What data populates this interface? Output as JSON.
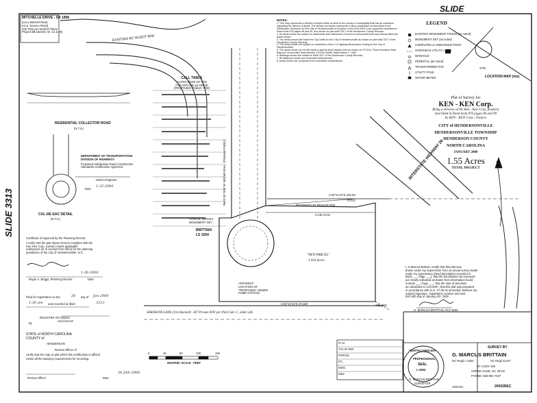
{
  "sheet": {
    "slide_top": "SLIDE",
    "slide_side": "SLIDE 3313"
  },
  "road_box": {
    "title": "MITCHELLE DRIVE - SR 1896",
    "lines": [
      "(a.k.a Mitchell Road,",
      "a.k.a. Seneca Road)",
      "100' R/W per NCDOT Plans",
      "Project 8B.182103, sh. 12 & 29)"
    ]
  },
  "existing_row": "EXISTING 60' NCDOT R/W",
  "call_table": {
    "title": "CALL TABLE",
    "lines": [
      "ALONG EDGE OF R/W",
      "FOR MITCHELLE DRIVE",
      "(PROPOSED PUBLIC R/W)"
    ]
  },
  "notes": {
    "title": "NOTES:",
    "items": [
      "1. This map represents a division of lands inside an area of the county or municipality that has an ordinance regulating the division of lands. The division as shown represents a minor subdivision as described in the Subdivision Ordinance for the City of Hendersonville of a portion of the KEN-KEN Corp. properties described in Deed book 976 pages 96 and 99, and shown on plat slide 3217 of the Henderson County Records.",
      "2. All areas shown are subject to easements and restrictions of record or unrecorded that may directly affect the areas shown.",
      "3. The areas shown fall inside the City Limits for the City of Hendersonville as shown on plat slide 3217 of the Henderson County Records.",
      "4. The areas shown are subject to restrictions of the C-3 Highway Businesses Zoning for the City of Hendersonville.",
      "5. The areas shown do not fall inside a special flood hazard zone as shown on F.E.M.A. Flood Insurance Rate Map per Community Panel Number 370125-0005B, dated March 1, 1982.",
      "6. Bearings shown are related to Slide 3217 of the Henderson County Records.",
      "7. All distances shown are horizontal measurement.",
      "8. Areas shown are computed from coordinate computations."
    ]
  },
  "legend": {
    "title": "LEGEND",
    "items": [
      {
        "symbol": "circle-filled",
        "text": "EXISTING MONUMENT FOUND (as noted)"
      },
      {
        "symbol": "circle-open",
        "text": "MONUMENT SET (as noted)"
      },
      {
        "symbol": "triangle",
        "text": "COMPUTED or UNMARKED POINT"
      },
      {
        "symbol": "line-dash",
        "text": "OVERHEAD UTILITY LINES"
      },
      {
        "symbol": "circle-small",
        "text": "MANHOLE"
      },
      {
        "symbol": "square",
        "text": "PEDESTAL (as noted)"
      },
      {
        "symbol": "triangle-open",
        "text": "TRANSFORMER PAD"
      },
      {
        "symbol": "pole",
        "text": "UTILITY POLE"
      },
      {
        "symbol": "meter",
        "text": "WATER METER"
      }
    ]
  },
  "location_map": {
    "label": "LOCATION MAP (nts)",
    "site": "SITE"
  },
  "plat": {
    "heading": "Plat of Survey for",
    "owner": "KEN - KEN Corp.",
    "desc": [
      "Being a division of the Ken - Ken Corp. property",
      "described in Deed book 976 pages 96 and 99",
      "by KEN - KEN Corp.: Owners"
    ],
    "city": "CITY of HENDERSONVILLE",
    "township": "HENDERSONVILLE TOWNSHIP",
    "county": "HENDERSON COUNTY",
    "state": "NORTH CAROLINA",
    "date": "JANUARY 2000",
    "acres": "1.55 Acres",
    "total": "TOTAL PROJECT"
  },
  "residential_road": {
    "title": "RESIDENTIAL COLLECTOR ROAD",
    "sub": "(N.T.S.)"
  },
  "dot": {
    "lines": [
      "DEPARTMENT OF TRANSPORTATION",
      "DIVISION OF HIGHWAYS"
    ],
    "sub": [
      "Proposed Subdivision Road Construction",
      "Standards Certification Approved"
    ],
    "engineer_label": "District Engineer",
    "date_label": "Date",
    "date": "1-25-2000"
  },
  "cul_de_sac": {
    "title": "CUL-DE-SAC DETAIL",
    "sub": "(N.T.S.)"
  },
  "approval": {
    "title": "Certificate of Approval by the Planning Director",
    "body": [
      "I certify that the plat shown hereon complies with the",
      "Ken-Ken Corp. (owner) meets applicable",
      "ordinances (or is exempt from them) for the planning",
      "jurisdiction of the City of Hendersonville, N.C."
    ],
    "signer": "Roger A. Briggs, Planning Director",
    "date": "1-26-2000",
    "date_label": "Date"
  },
  "registration": {
    "line1_label": "Filed for registration on the",
    "line1_day": "26",
    "line1_mid": "day of",
    "line1_month": "Jan 2000",
    "line2_time": "1:30 pm",
    "line2_mid": "and recorded at Slide",
    "line2_slide": "3313",
    "register_label": "REGISTER OF DEEDS",
    "by": "By",
    "by_sign": "Assistant"
  },
  "state_block": {
    "state": "STATE of NORTH CAROLINA",
    "county": "COUNTY of",
    "county_name": "HENDERSON",
    "officer": "Review Officer of",
    "certify": [
      "certify that the map or plat which this certification is affixed",
      "meets all the statutory requirements for recording."
    ],
    "review_label": "Review Officer",
    "review_date_label": "Date",
    "review_date": "26 JAN 2000"
  },
  "tract": {
    "new_parcel": "\"NEW PARCEL\"",
    "new_parcel_acres": "1.416 Acres",
    "reserved": "RESERVED 30' PRIVATE R/W",
    "reserved_acres": "0.139 Acres",
    "brittain": "BRITTAIN",
    "brittain_ls": "LS 3264",
    "typical": "TYPICAL SURVEY MONUMENT SET",
    "interstate": "INTERSTATE HIGHWAY 26",
    "row_label": "Rev'd 50' R/W for Mitchell Drive - (Proposed Public)",
    "sarasota": "SARASOTA LANE (Un-Opened) - 60' Private R/W per Plat Cab. C, slide 54A",
    "tie_line": "TIE LINE",
    "bearing_south": "S 83°21'31\"E 374.68'",
    "bearing_top": "S 83°21'31\"E 336.66'",
    "bearing_total": "TOTAL",
    "apparent": "APPARENT LOCATION OF \"PROPOSED\" SEWER PUMP STATION"
  },
  "scale": {
    "ticks": [
      "0",
      "25",
      "50",
      "100",
      "150"
    ],
    "label": "GRAPHIC SCALE - FEET"
  },
  "surveyor_cert": {
    "lines": [
      "I, G.Marcus Brittain, certify that this plat was",
      "drawn under my supervision from an actual survey made",
      "under my supervision (deed description recorded in",
      "Book ___ Page ___); that the boundaries not surveyed",
      "are clearly indicated as drawn from information found",
      "in Book ___ Page ___; that the ratio of precision",
      "as calculated is 1/10,000+; that this plat was prepared",
      "in accordance with G.S. 47-30 as amended. Witness my",
      "original signature, registration number and seal",
      "this 24th day of January AD, 2000"
    ],
    "signer": "G. MARCUS BRITTAIN, PLS 3264"
  },
  "seal": {
    "outer": "NORTH CAROLINA",
    "mid1": "PROFESSIONAL",
    "mid2": "SEAL",
    "num": "L-3264",
    "name": "G. MARCUS BRITTAIN",
    "surveyor_role": "SURVEYOR"
  },
  "title_block": {
    "survey_by": "SURVEY BY",
    "company": "G. MARCUS BRITTAIN",
    "reg1": "NC Regd L-3264",
    "reg2": "SC Regd 21447",
    "addr1": "RT 2 BOX 105",
    "addr2": "HORSE SHOE, NC 28742",
    "phone": "PHONE: 828-891-7337",
    "job_label": "JOB NO.:",
    "job": "20002REC"
  },
  "fields_box": {
    "rows": [
      "P.I.N.",
      "TAX ID REF.",
      "PARCEL",
      "P.C.",
      "DWG.",
      "Date"
    ]
  }
}
